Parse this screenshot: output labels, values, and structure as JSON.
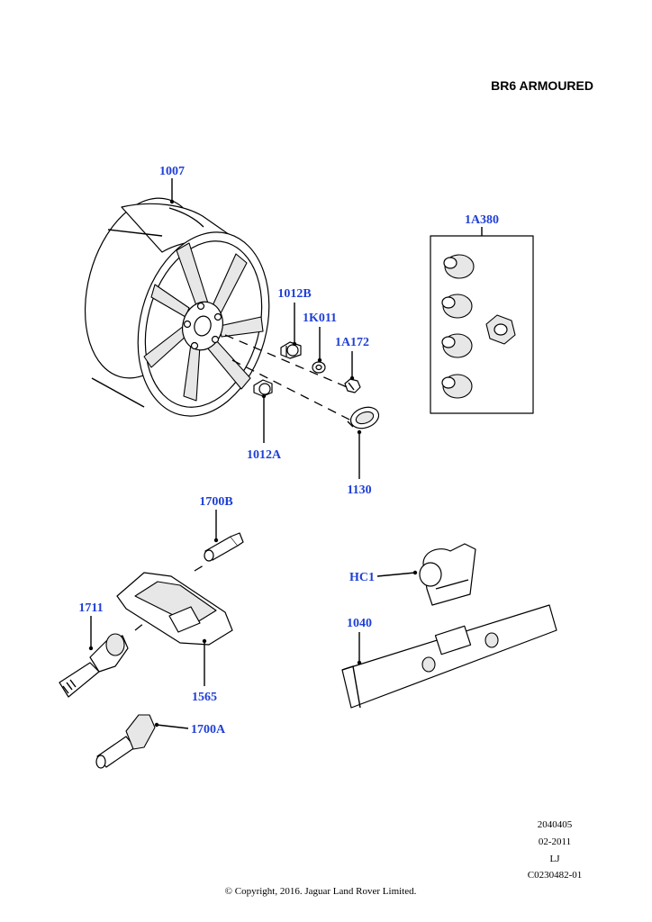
{
  "title": "BR6 ARMOURED",
  "callouts": {
    "wheel": "1007",
    "bolt_b": "1012B",
    "washer": "1K011",
    "lock_nut": "1A172",
    "bolt_a": "1012A",
    "center_cap": "1130",
    "lock_kit": "1A380",
    "sensor_nut": "1700B",
    "tpms_valve": "1711",
    "sensor": "1565",
    "rubber_valve": "1700A",
    "clip": "HC1",
    "balance_weight": "1040"
  },
  "footer": {
    "ref_number": "2040405",
    "date": "02-2011",
    "initials": "LJ",
    "code": "C0230482-01",
    "copyright": "© Copyright, 2016. Jaguar Land Rover Limited."
  }
}
